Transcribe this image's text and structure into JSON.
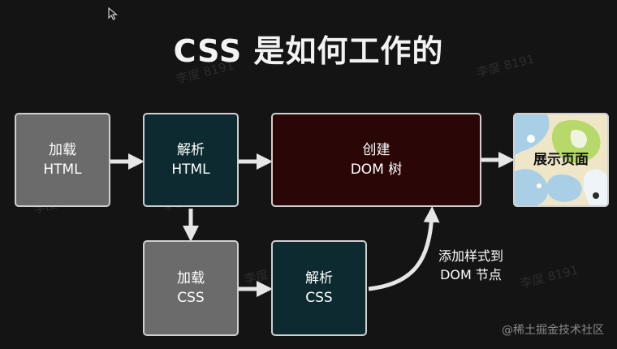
{
  "title": "CSS 是如何工作的",
  "nodes": {
    "load_html": {
      "line1": "加载",
      "line2": "HTML"
    },
    "parse_html": {
      "line1": "解析",
      "line2": "HTML"
    },
    "create_dom": {
      "line1": "创建",
      "line2": "DOM 树"
    },
    "display_page": {
      "label": "展示页面"
    },
    "load_css": {
      "line1": "加载",
      "line2": "CSS"
    },
    "parse_css": {
      "line1": "解析",
      "line2": "CSS"
    }
  },
  "edge_label": {
    "line1": "添加样式到",
    "line2": "DOM 节点"
  },
  "watermark_text": "李度 8191",
  "credit": "@稀土掘金技术社区",
  "colors": {
    "background": "#141414",
    "gray_node": "#6b6b6b",
    "teal_node": "#0c2a30",
    "dom_node": "#2b0606",
    "arrow": "#e6e6e6"
  }
}
